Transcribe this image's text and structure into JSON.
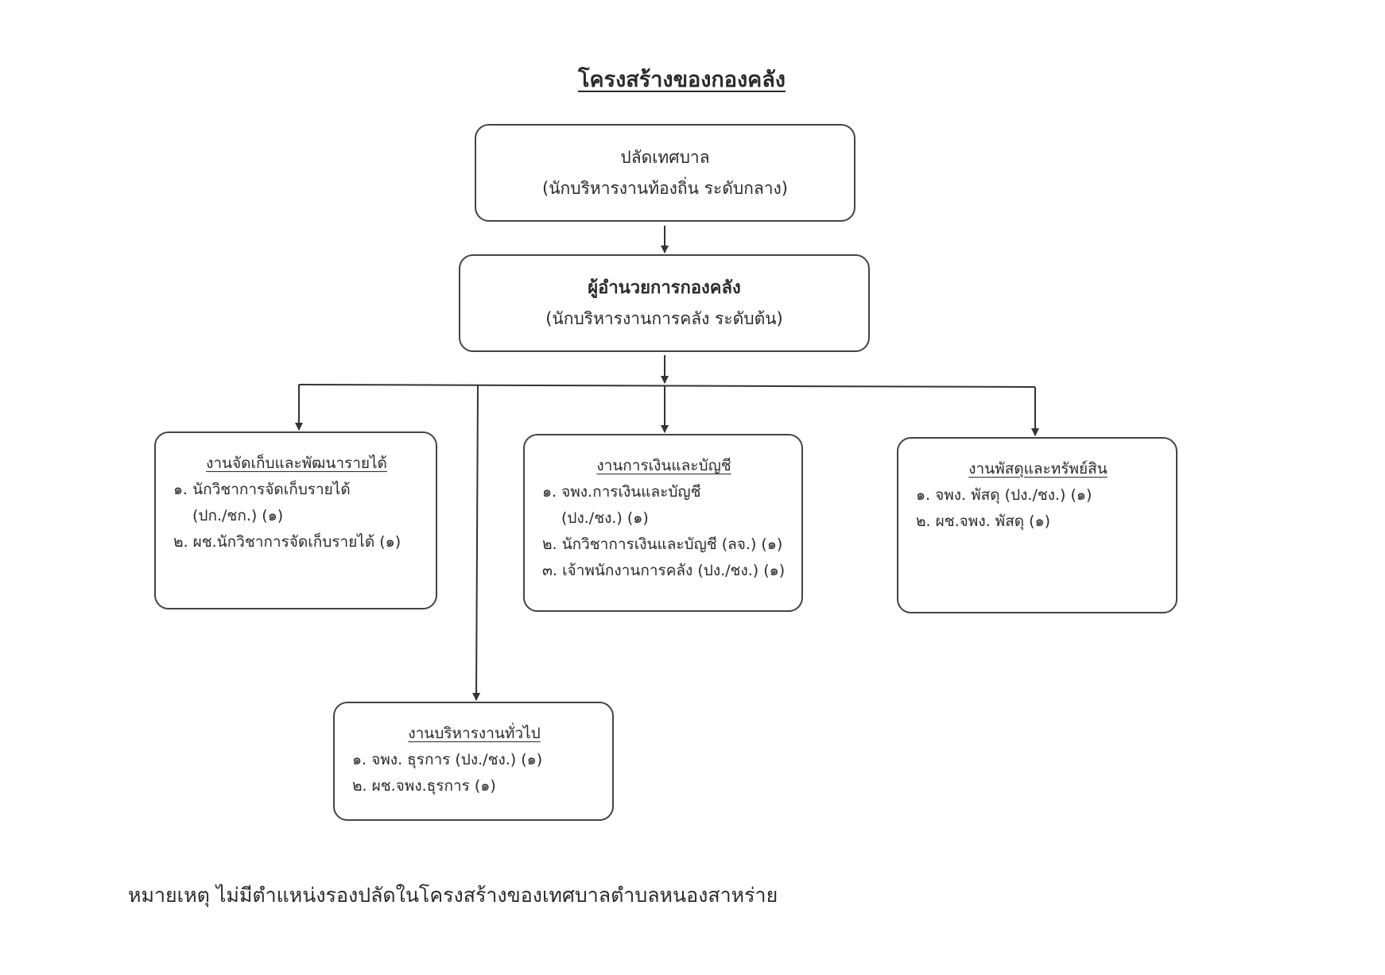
{
  "title": "โครงสร้างของกองคลัง",
  "deputy": {
    "position": "ปลัดเทศบาล",
    "level": "(นักบริหารงานท้องถิ่น  ระดับกลาง)"
  },
  "director": {
    "position": "ผู้อำนวยการกองคลัง",
    "level": "(นักบริหารงานการคลัง  ระดับต้น)"
  },
  "units": {
    "revenue": {
      "heading": "งานจัดเก็บและพัฒนารายได้",
      "item1": "๑. นักวิชาการจัดเก็บรายได้",
      "item1_cont": "(ปก./ชก.)   (๑)",
      "item2": "๒. ผช.นักวิชาการจัดเก็บรายได้  (๑)"
    },
    "finance": {
      "heading": "งานการเงินและบัญชี",
      "item1": "๑. จพง.การเงินและบัญชี",
      "item1_cont": "(ปง./ชง.)   (๑)",
      "item2": "๒. นักวิชาการเงินและบัญชี (ลจ.) (๑)",
      "item3": "๓. เจ้าพนักงานการคลัง (ปง./ชง.)  (๑)"
    },
    "supply": {
      "heading": "งานพัสดุและทรัพย์สิน",
      "item1": "๑. จพง. พัสดุ      (ปง./ชง.)  (๑)",
      "item2": "๒. ผช.จพง. พัสดุ   (๑)"
    },
    "admin": {
      "heading": "งานบริหารงานทั่วไป",
      "item1": "๑. จพง. ธุรการ     (ปง./ชง.)  (๑)",
      "item2": "๒. ผช.จพง.ธุรการ  (๑)"
    }
  },
  "footnote": "หมายเหตุ ไม่มีตำแหน่งรองปลัดในโครงสร้างของเทศบาลตำบลหนองสาหร่าย"
}
